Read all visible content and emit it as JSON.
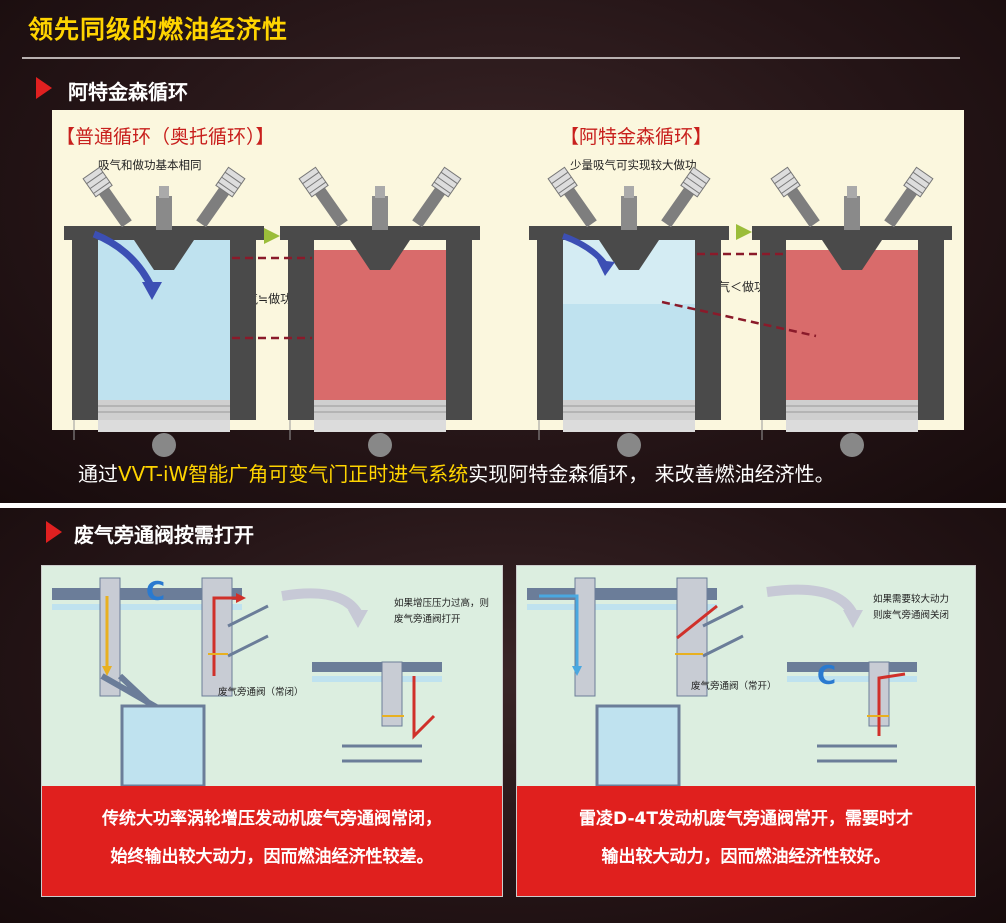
{
  "main_title": "领先同级的燃油经济性",
  "section1": {
    "title": "阿特金森循环",
    "left": {
      "heading": "【普通循环（奥托循环）】",
      "sub": "吸气和做功基本相同",
      "mid_label": "吸气≒做功"
    },
    "right": {
      "heading": "【阿特金森循环】",
      "sub": "少量吸气可实现较大做功",
      "mid_label": "吸气＜做功"
    },
    "caption_pre": "通过",
    "caption_highlight": "VVT-iW智能广角可变气门正时进气系统",
    "caption_post": "实现阿特金森循环，  来改善燃油经济性。"
  },
  "section2": {
    "title": "废气旁通阀按需打开",
    "left": {
      "note_line1": "如果增压压力过高，则",
      "note_line2": "废气旁通阀打开",
      "valve_label": "废气旁通阀（常闭）",
      "caption_line1": "传统大功率涡轮增压发动机废气旁通阀常闭，",
      "caption_line2": "始终输出较大动力，因而燃油经济性较差。"
    },
    "right": {
      "note_line1": "如果需要较大动力",
      "note_line2": "则废气旁通阀关闭",
      "valve_label": "废气旁通阀（常开）",
      "caption_line1": "雷凌D-4T发动机废气旁通阀常开，需要时才",
      "caption_line2": "输出较大动力，因而燃油经济性较好。"
    }
  },
  "colors": {
    "title_yellow": "#ffd400",
    "accent_red": "#e0201e",
    "intake_blue": "#bfe2ef",
    "combustion_red": "#d96b6b",
    "arrow_green": "#9bbd3a"
  }
}
